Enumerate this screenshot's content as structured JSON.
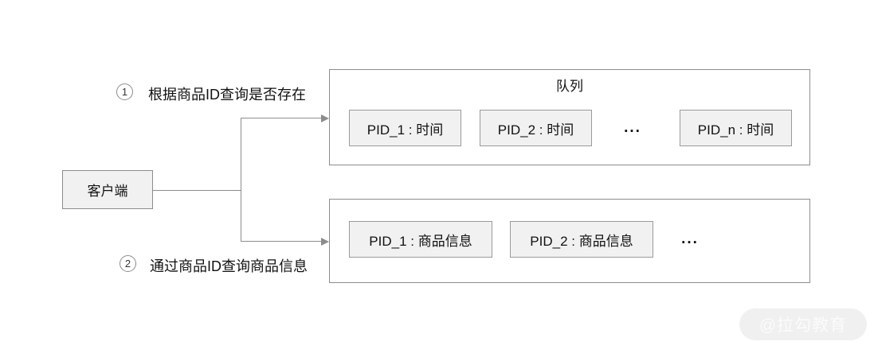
{
  "client": {
    "label": "客户端"
  },
  "annotations": {
    "first": {
      "number": "1",
      "text": "根据商品ID查询是否存在"
    },
    "second": {
      "number": "2",
      "text": "通过商品ID查询商品信息"
    }
  },
  "queue": {
    "title": "队列",
    "items": [
      "PID_1 : 时间",
      "PID_2 : 时间",
      "PID_n : 时间"
    ],
    "ellipsis": "..."
  },
  "products": {
    "items": [
      "PID_1 : 商品信息",
      "PID_2 : 商品信息"
    ],
    "ellipsis": "..."
  },
  "watermark": {
    "text": "@拉勾教育"
  },
  "colors": {
    "line": "#8c8c8c",
    "node_fill": "#f1f1f1",
    "node_border": "#9a9a9a",
    "container_border": "#8c8c8c",
    "text": "#111111",
    "watermark_bg": "#f0f0f0",
    "watermark_text": "#fbfbfb"
  }
}
